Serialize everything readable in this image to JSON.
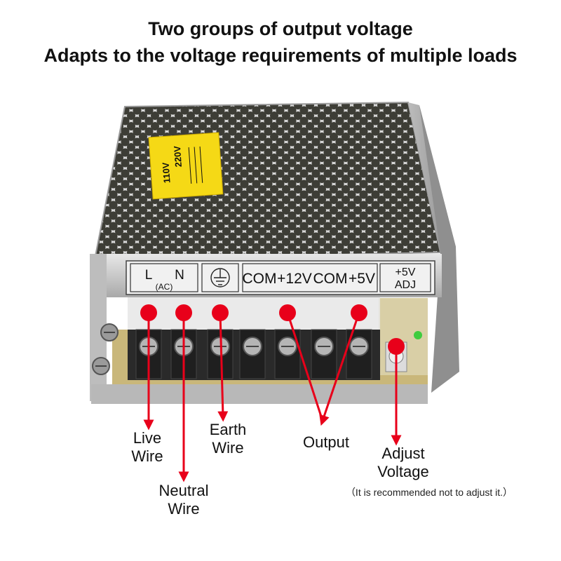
{
  "headline": {
    "line1": "Two groups of output voltage",
    "line2": "Adapts to the voltage requirements of multiple loads"
  },
  "terminal_strip": {
    "ln_L": "L",
    "ln_N": "N",
    "ln_ac": "(AC)",
    "out_com1": "COM",
    "out_12v": "+12V",
    "out_com2": "COM",
    "out_5v": "+5V",
    "adj_line1": "+5V",
    "adj_line2": "ADJ"
  },
  "warning_sticker": {
    "line1": "110V",
    "line2": "220V"
  },
  "callouts": {
    "live": {
      "line1": "Live",
      "line2": "Wire"
    },
    "neutral": {
      "line1": "Neutral",
      "line2": "Wire"
    },
    "earth": {
      "line1": "Earth",
      "line2": "Wire"
    },
    "output": {
      "line1": "Output"
    },
    "adjust": {
      "line1": "Adjust",
      "line2": "Voltage",
      "note": "（It is recommended not to adjust it.）"
    }
  },
  "colors": {
    "marker": "#e8001a",
    "case_metal": "#c9c9c9",
    "sticker": "#f5d916",
    "terminal_block": "#2a2a2a"
  },
  "icons": [
    "ground-symbol-icon",
    "marker-dot-icon",
    "arrow-down-icon"
  ]
}
